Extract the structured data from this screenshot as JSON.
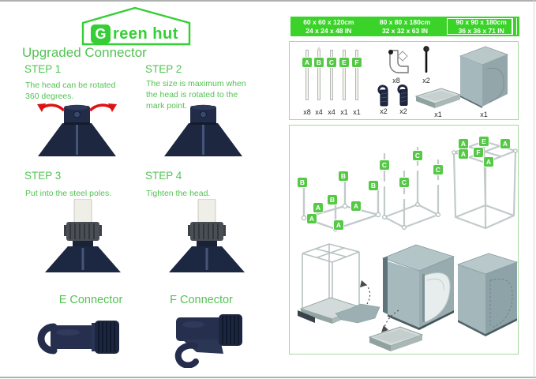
{
  "colors": {
    "logo_green": "#35cf35",
    "text_green": "#53c353",
    "bar_green": "#3bd32a",
    "badge_green": "#55c946",
    "connector_navy": "#222c48",
    "tent_grey": "#a6babd"
  },
  "logo": {
    "g": "G",
    "rest": "reen hut"
  },
  "left": {
    "title": "Upgraded Connector",
    "steps": [
      {
        "label": "STEP 1",
        "text": "The head can be rotated 360 degrees."
      },
      {
        "label": "STEP 2",
        "text": "The size is maximum when the head is rotated to the mark point."
      },
      {
        "label": "STEP 3",
        "text": "Put into the steel poles."
      },
      {
        "label": "STEP 4",
        "text": "Tighten the head."
      }
    ],
    "connector_labels": {
      "e": "E Connector",
      "f": "F Connector"
    }
  },
  "sizes": [
    {
      "cm": "60 x 60 x 120cm",
      "inch": "24 x 24 x 48 IN",
      "highlighted": false
    },
    {
      "cm": "80 x 80 x 180cm",
      "inch": "32 x 32 x 63 IN",
      "highlighted": false
    },
    {
      "cm": "90 x 90 x 180cm",
      "inch": "36 x 36 x 71 IN",
      "highlighted": true
    }
  ],
  "parts": {
    "poles": [
      {
        "label": "A",
        "count": "x8"
      },
      {
        "label": "B",
        "count": "x4"
      },
      {
        "label": "C",
        "count": "x4"
      },
      {
        "label": "E",
        "count": "x1"
      },
      {
        "label": "F",
        "count": "x1"
      }
    ],
    "corner_count": "x8",
    "rod_count": "x2",
    "hook1_count": "x2",
    "hook2_count": "x2",
    "tray_count": "x1",
    "tent_count": "x1"
  },
  "assembly": {
    "frame1": [
      "B",
      "B",
      "B",
      "B",
      "A",
      "A",
      "A",
      "A"
    ],
    "frame2": [
      "C",
      "C",
      "C",
      "C"
    ],
    "frame3": [
      "A",
      "E",
      "A",
      "A",
      "F",
      "A"
    ]
  },
  "icons": {
    "rotation_arrows": "red-rotation-arrows-icon",
    "corner_connector": "corner-elbow-icon",
    "support_rod": "rod-icon",
    "hanging_hook": "hook-icon",
    "drip_tray": "tray-icon",
    "grow_tent": "tent-icon",
    "dotted_arrow": "dashed-arrow-icon"
  }
}
